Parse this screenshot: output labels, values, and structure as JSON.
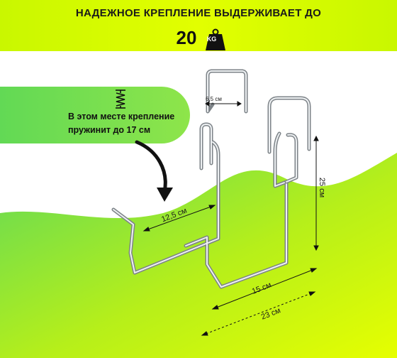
{
  "header": {
    "title": "НАДЕЖНОЕ КРЕПЛЕНИЕ ВЫДЕРЖИВАЕТ ДО",
    "weight_value": "20",
    "weight_unit": "KG"
  },
  "callout": {
    "text": "В этом месте крепление пружинит до 17 см",
    "icon": "spring-icon"
  },
  "dimensions": {
    "hook_width": "6,5 см",
    "depth": "12,5 см",
    "height": "25 см",
    "inner_length": "15 см",
    "total_length": "23 см"
  },
  "colors": {
    "accent_lime": "#d8ff00",
    "accent_green": "#7fe04a",
    "text": "#1a1a1a"
  }
}
